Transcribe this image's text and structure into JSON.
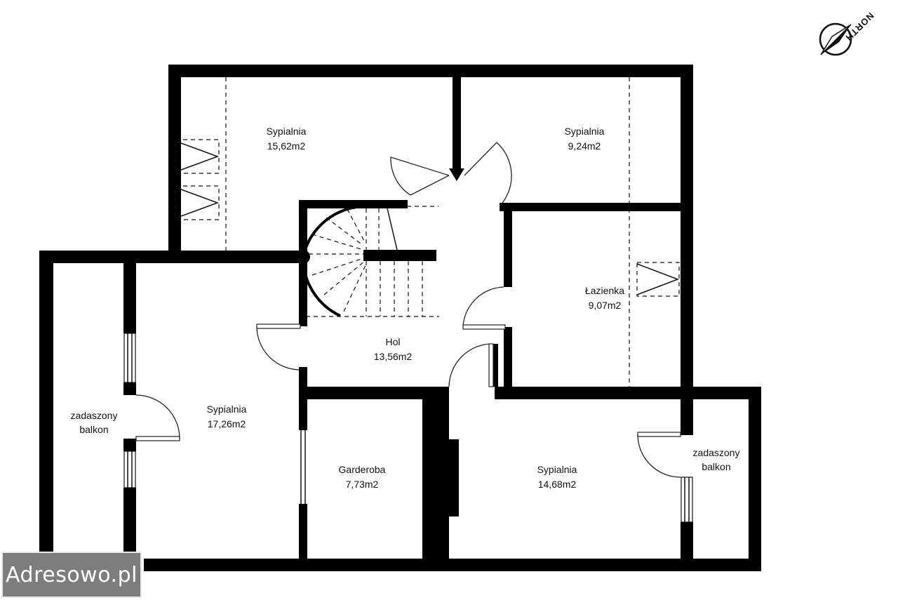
{
  "rooms": [
    {
      "id": "bed1",
      "name": "Sypialnia",
      "area": "15,62m2"
    },
    {
      "id": "bed2",
      "name": "Sypialnia",
      "area": "9,24m2"
    },
    {
      "id": "bath",
      "name": "Łazienka",
      "area": "9,07m2"
    },
    {
      "id": "hall",
      "name": "Hol",
      "area": "13,56m2"
    },
    {
      "id": "bed3",
      "name": "Sypialnia",
      "area": "17,26m2"
    },
    {
      "id": "balc1",
      "name": "zadaszony",
      "area": "balkon"
    },
    {
      "id": "ward",
      "name": "Garderoba",
      "area": "7,73m2"
    },
    {
      "id": "bed4",
      "name": "Sypialnia",
      "area": "14,68m2"
    },
    {
      "id": "balc2",
      "name": "zadaszony",
      "area": "balkon"
    }
  ],
  "compass": {
    "label": "NORTH"
  },
  "watermark": {
    "text": "Adresowo.pl"
  }
}
